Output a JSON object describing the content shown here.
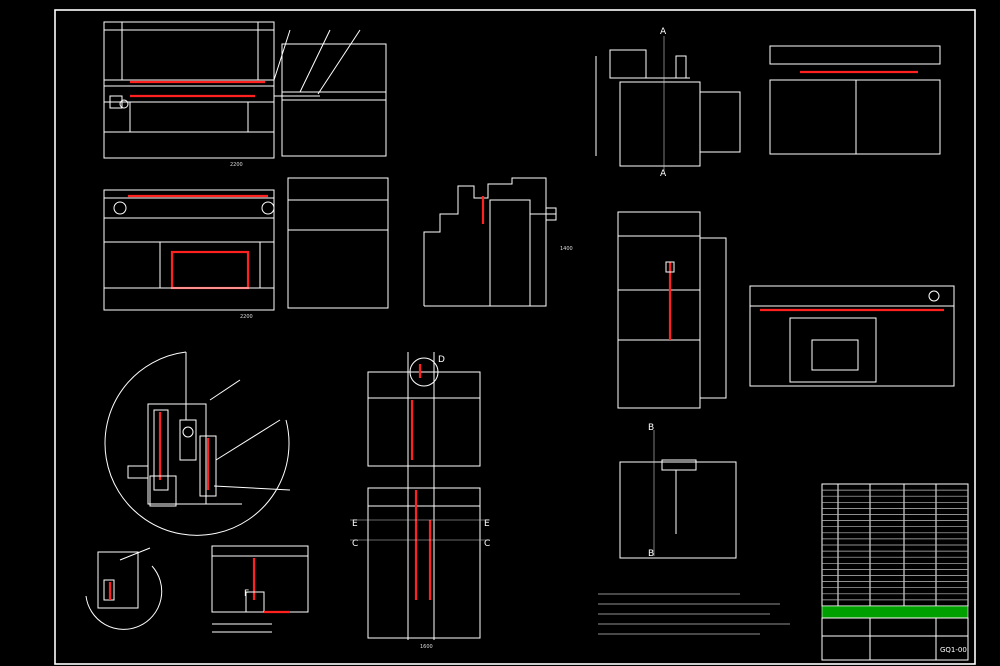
{
  "drawing": {
    "section_markers": {
      "a_top": "A",
      "a_bottom": "A",
      "b_top": "B",
      "b_bottom": "B",
      "c_left": "C",
      "c_right": "C",
      "d_mark": "D",
      "e_left": "E",
      "e_right": "E",
      "f_mark": "F"
    },
    "title_block": {
      "drawing_number": "GQ1-00"
    },
    "colors": {
      "background": "#000000",
      "line": "#ffffff",
      "highlight": "#ff2020",
      "title_block_accent": "#00a000"
    }
  }
}
